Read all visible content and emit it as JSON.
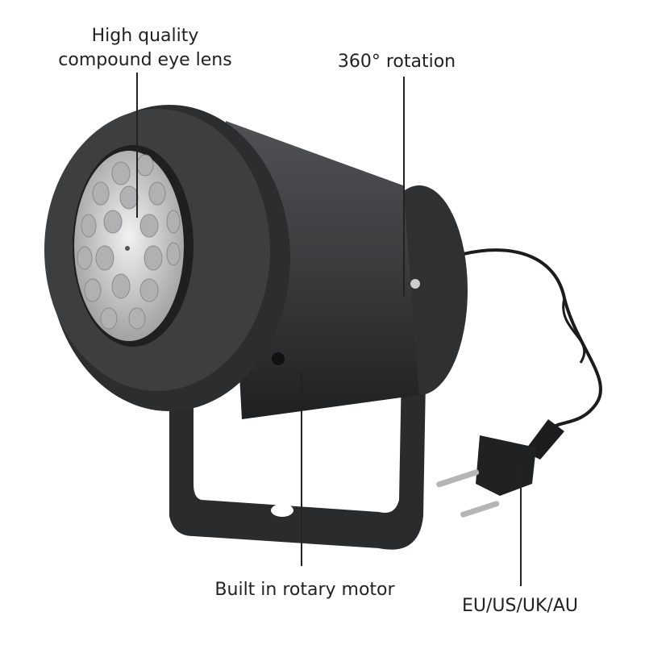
{
  "callouts": {
    "lens": {
      "line1": "High quality",
      "line2": "compound eye lens"
    },
    "rotation": "360° rotation",
    "motor": "Built in rotary motor",
    "plug": "EU/US/UK/AU"
  },
  "colors": {
    "body": "#3a3b3d",
    "body_dark": "#232426",
    "lens": "#d9dadc",
    "text": "#222222"
  }
}
